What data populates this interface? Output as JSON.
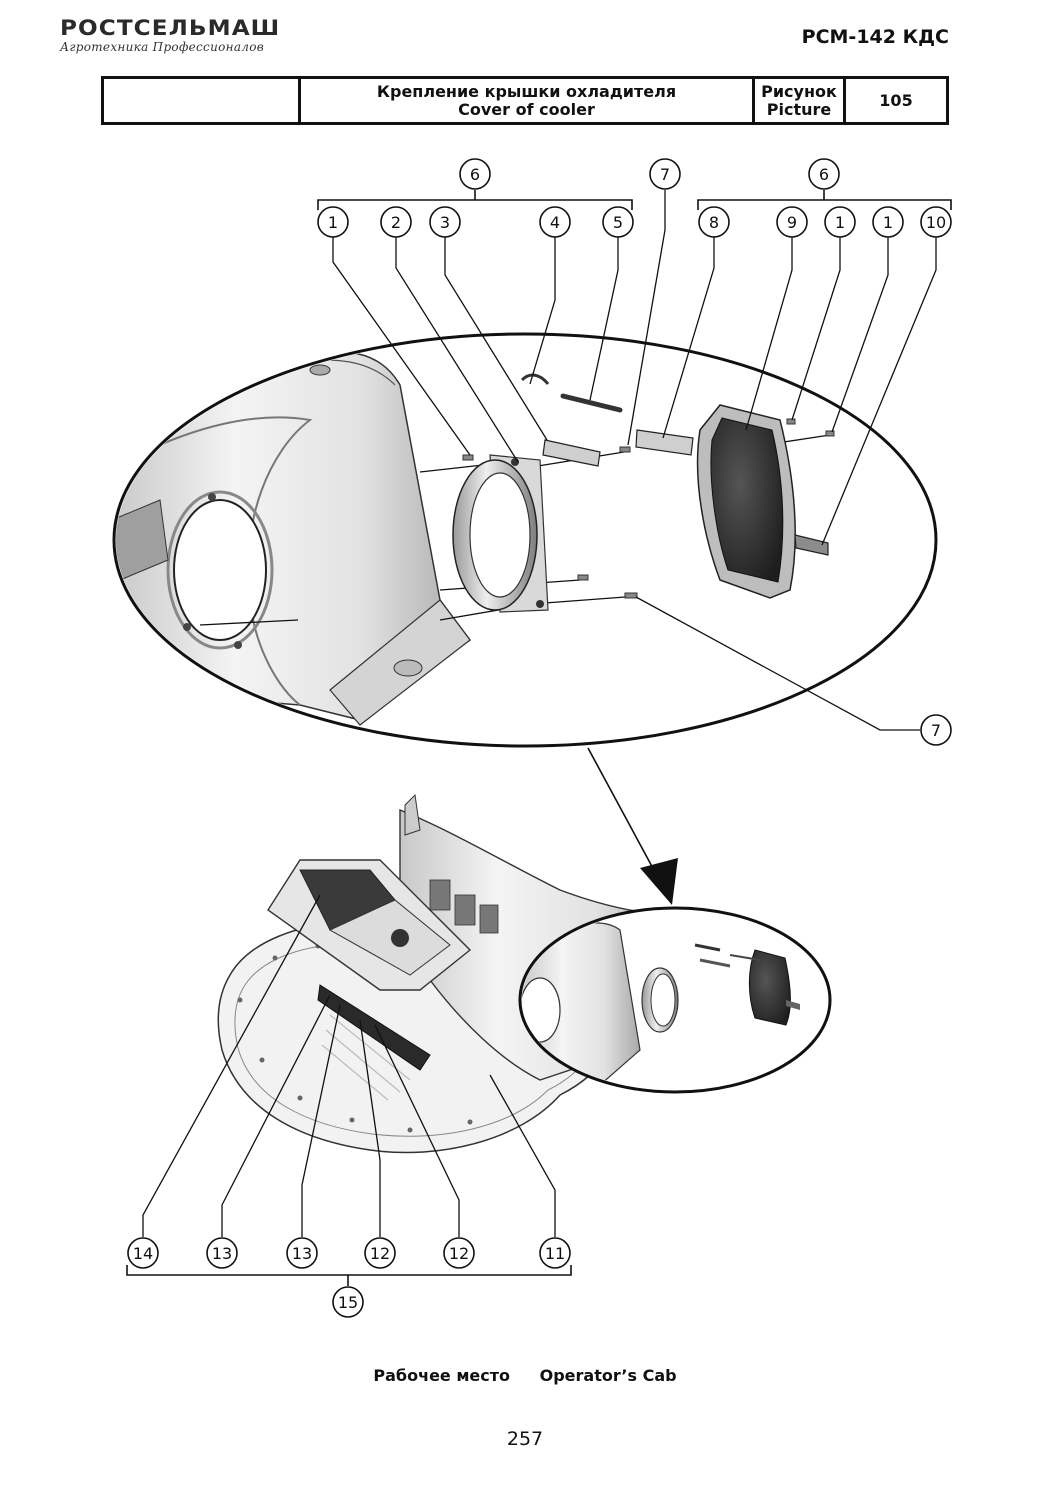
{
  "header": {
    "logo": "РОСТСЕЛЬМАШ",
    "tagline": "Агротехника Профессионалов",
    "model": "РСМ-142 КДС"
  },
  "title_block": {
    "title_ru": "Крепление крышки охладителя",
    "title_en": "Cover of cooler",
    "picture_label_ru": "Рисунок",
    "picture_label_en": "Picture",
    "picture_number": "105"
  },
  "callouts": {
    "upper_left_group": "6",
    "upper_left_items": [
      "1",
      "2",
      "3",
      "4",
      "5"
    ],
    "upper_mid": "7",
    "upper_right_group": "6",
    "upper_right_items": [
      "8",
      "9",
      "1",
      "1",
      "10"
    ],
    "mid_right": "7",
    "bottom_items": [
      "14",
      "13",
      "13",
      "12",
      "12",
      "11"
    ],
    "bottom_group": "15"
  },
  "footer": {
    "section_ru": "Рабочее место",
    "section_en": "Operator’s Cab",
    "page": "257"
  }
}
